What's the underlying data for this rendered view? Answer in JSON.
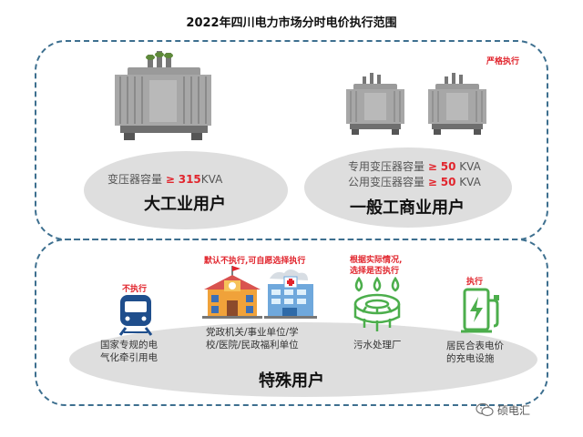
{
  "title": "2022年四川电力市场分时电价执行范围",
  "top_section": {
    "note": "严格执行",
    "large_industrial": {
      "cap_label": "变压器容量",
      "cap_ge": "≥",
      "cap_value": "315",
      "cap_unit": "KVA",
      "name": "大工业用户"
    },
    "general_commercial": {
      "line1_label": "专用变压器容量",
      "line1_ge": "≥",
      "line1_value": "50",
      "line1_unit": "KVA",
      "line2_label": "公用变压器容量",
      "line2_ge": "≥",
      "line2_value": "50",
      "line2_unit": "KVA",
      "name": "一般工商业用户"
    }
  },
  "bottom_section": {
    "name": "特殊用户",
    "items": [
      {
        "note": "不执行",
        "label_line1": "国家专规的电",
        "label_line2": "气化牵引用电",
        "icon": "train-icon"
      },
      {
        "note": "默认不执行,可自愿选择执行",
        "label_line1": "党政机关/事业单位/学",
        "label_line2": "校/医院/民政福利单位",
        "icon": "school-hospital-icon"
      },
      {
        "note_line1": "根据实际情况,",
        "note_line2": "选择是否执行",
        "label_line1": "污水处理厂",
        "icon": "sewage-plant-icon"
      },
      {
        "note": "执行",
        "label_line1": "居民合表电价",
        "label_line2": "的充电设施",
        "icon": "ev-charger-icon"
      }
    ]
  },
  "watermark": "硕电汇",
  "colors": {
    "accent_red": "#e1252d",
    "dash_blue": "#3d6f8f",
    "ellipse_gray": "#dedede",
    "icon_green": "#4cae4c"
  }
}
